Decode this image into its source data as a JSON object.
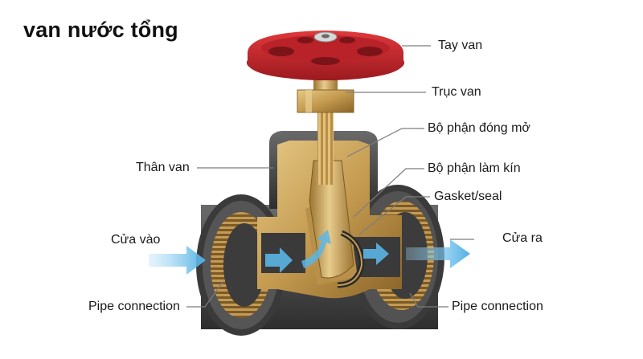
{
  "title": "van nước tổng",
  "colors": {
    "handwheel": "#c8252b",
    "brass": "#c9a25a",
    "body_dark": "#4a4a4a",
    "flow_arrow": "#5bb6e6",
    "leader": "#7d7d7d"
  },
  "labels": {
    "tay_van": "Tay van",
    "truc_van": "Trục van",
    "bo_phan_dong_mo": "Bộ phận đóng mở",
    "than_van": "Thân van",
    "bo_phan_lam_kin": "Bộ phận làm kín",
    "gasket_seal": "Gasket/seal",
    "cua_vao": "Cửa vào",
    "cua_ra": "Cửa ra",
    "pipe_connection_left": "Pipe connection",
    "pipe_connection_right": "Pipe connection"
  }
}
